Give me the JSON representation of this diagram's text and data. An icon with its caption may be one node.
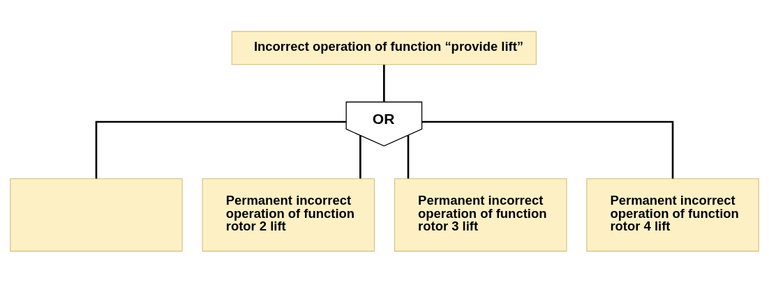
{
  "diagram": {
    "nodes": [
      {
        "text": [
          "Incorrect operation of function “provide lift”"
        ]
      },
      {
        "text": [
          "OR"
        ]
      },
      {
        "text": [],
        "shape": "box"
      },
      {
        "text": [
          "Permanent incorrect operation of function rotor 2 lift"
        ]
      },
      {
        "text": [
          "Permanent incorrect operation of function rotor 3 lift"
        ]
      },
      {
        "text": [
          "Permanent incorrect operation of function rotor 4 lift"
        ]
      }
    ],
    "edges": [
      {
        "from": 0,
        "to": 1,
        "arrow": "none"
      },
      {
        "from": 1,
        "to": 2,
        "arrow": "none"
      },
      {
        "from": 1,
        "to": 3,
        "arrow": "none"
      },
      {
        "from": 1,
        "to": 4,
        "arrow": "none"
      },
      {
        "from": 1,
        "to": 5,
        "arrow": "none"
      }
    ]
  }
}
